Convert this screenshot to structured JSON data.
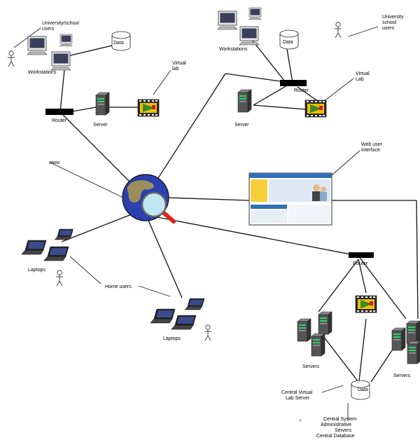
{
  "labels": {
    "univ_users_1": [
      "University/school",
      "users"
    ],
    "univ_users_2": [
      "University",
      "school",
      "users"
    ],
    "data_1": "Data",
    "data_2": "Data",
    "data_3": "Data",
    "workstations_1": "Workstations",
    "workstations_2": "Workstations",
    "virtual_lab_1": [
      "Virtual",
      "lab"
    ],
    "virtual_lab_2": [
      "Virtual",
      "Lab"
    ],
    "router_1": "Router",
    "router_2": "Router",
    "router_3": "Router",
    "server_1": "Server",
    "server_2": "Server",
    "www": "www",
    "web_ui": [
      "Web user",
      "interface"
    ],
    "laptops_1": "Laptops",
    "laptops_2": "Laptops",
    "home_users": "Home users",
    "servers_1": "Servers",
    "servers_2": "Servers",
    "central_vls": [
      "Central Virtual",
      "Lab Server"
    ],
    "central_sys": [
      "Central System",
      "Administrative",
      "Servers",
      "Central Database"
    ]
  },
  "colors": {
    "globe_ocean": "#2b3fae",
    "globe_land": "#9a8f5a",
    "lens_handle": "#e0241b",
    "router": "#000000",
    "screen": "#3a3f5c"
  }
}
